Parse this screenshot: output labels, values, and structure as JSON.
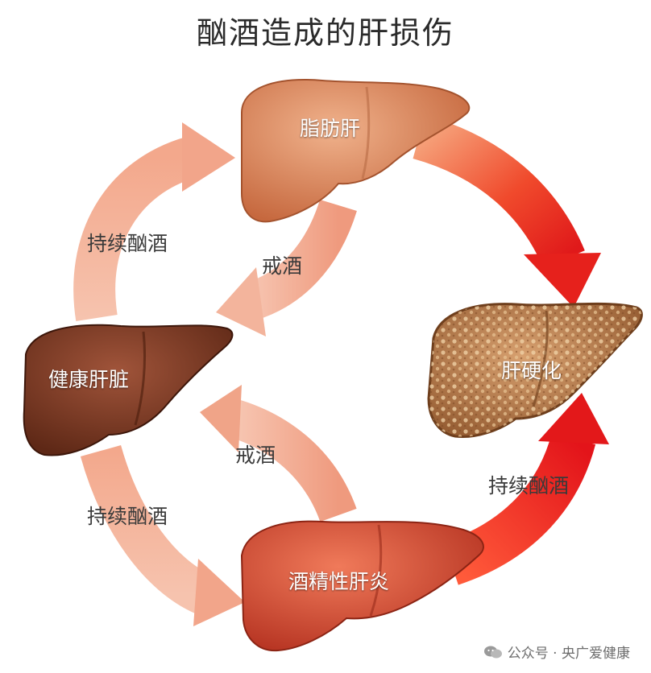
{
  "title": "酗酒造成的肝损伤",
  "livers": {
    "healthy": "健康肝脏",
    "fatty": "脂肪肝",
    "cirrhosis": "肝硬化",
    "hepatitis": "酒精性肝炎"
  },
  "arrows": {
    "healthy_to_fatty": "持续酗酒",
    "fatty_to_healthy": "戒酒",
    "hepatitis_to_healthy": "戒酒",
    "healthy_to_hepatitis": "持续酗酒",
    "hepatitis_to_cirrhosis": "持续酗酒"
  },
  "watermark": "公众号 · 央广爱健康",
  "colors": {
    "pale_arrow": "#f0a48a",
    "red_arrow": "#e8281e",
    "healthy_liver": "#7a3a24",
    "fatty_liver": "#d9845a",
    "hepatitis_liver": "#cf4a32",
    "cirrhosis_liver": "#b98255"
  }
}
